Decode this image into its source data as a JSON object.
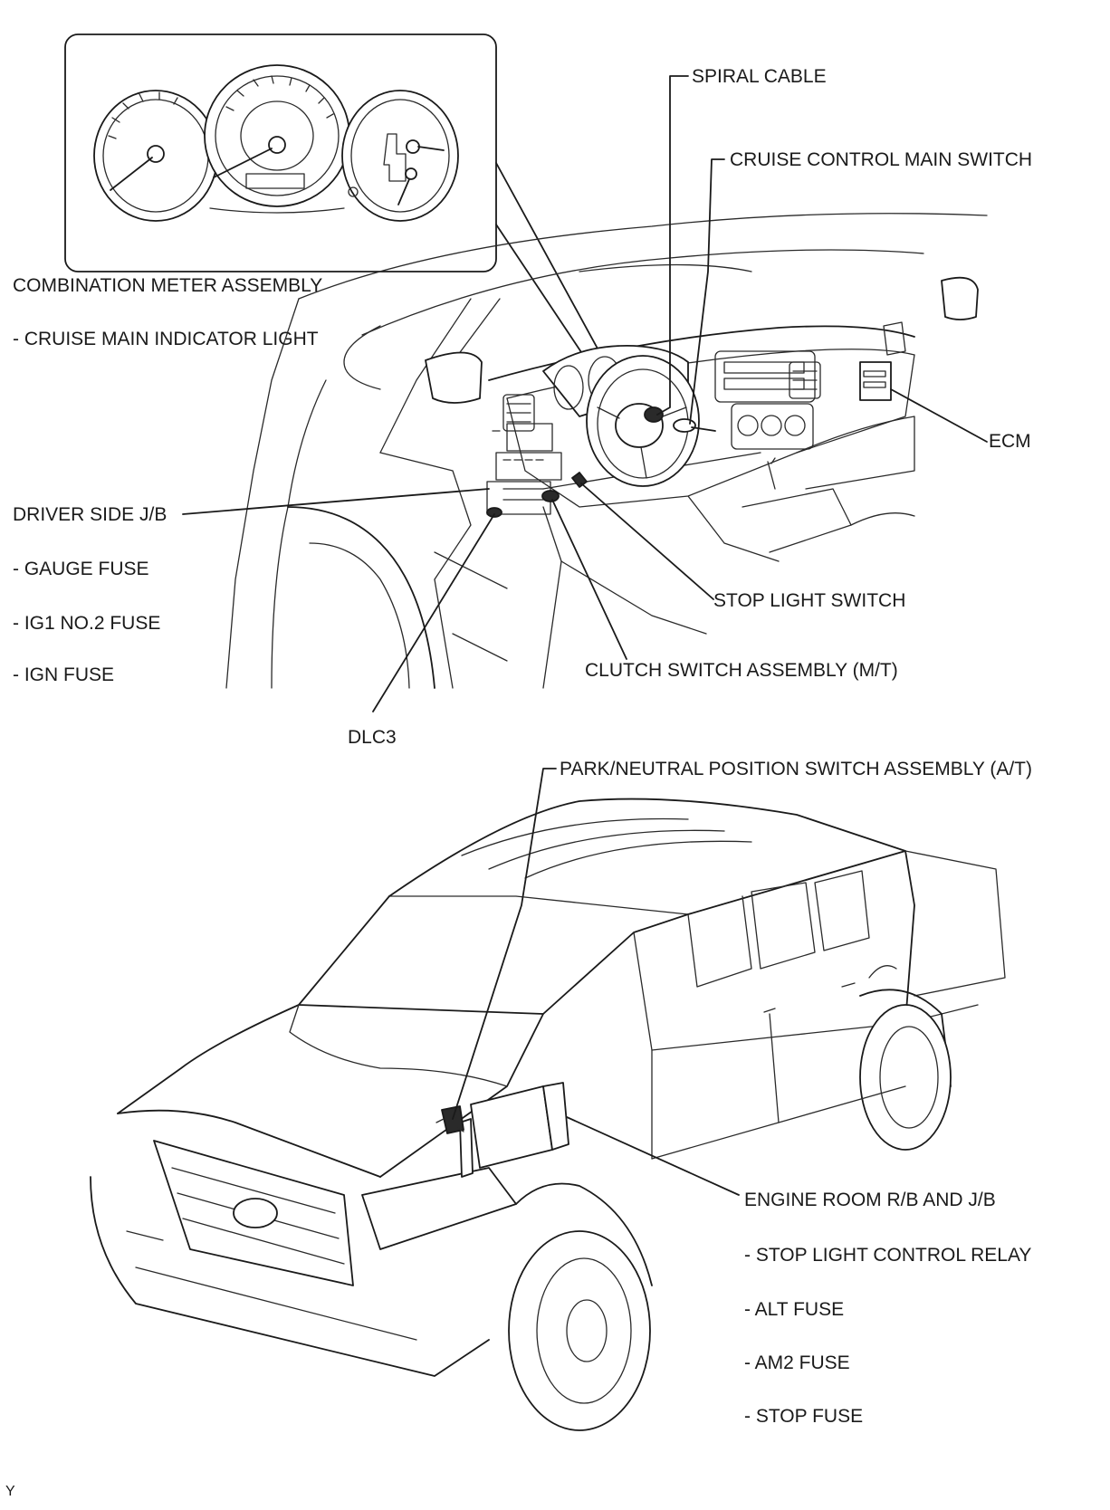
{
  "labels": {
    "spiral_cable": "SPIRAL CABLE",
    "cruise_control_main_switch": "CRUISE CONTROL MAIN SWITCH",
    "combination_meter_assembly": "COMBINATION METER ASSEMBLY",
    "cruise_main_indicator_light": "- CRUISE MAIN INDICATOR LIGHT",
    "ecm": "ECM",
    "driver_side_jb": "DRIVER SIDE J/B",
    "gauge_fuse": "- GAUGE FUSE",
    "ig1_no2_fuse": "- IG1 NO.2 FUSE",
    "ign_fuse": "- IGN FUSE",
    "stop_light_switch": "STOP LIGHT SWITCH",
    "clutch_switch_assembly": "CLUTCH SWITCH ASSEMBLY (M/T)",
    "dlc3": "DLC3",
    "park_neutral_switch": "PARK/NEUTRAL POSITION SWITCH ASSEMBLY (A/T)",
    "engine_room_rb_jb": "ENGINE ROOM R/B AND J/B",
    "stop_light_control_relay": "- STOP LIGHT CONTROL RELAY",
    "alt_fuse": "- ALT FUSE",
    "am2_fuse": "- AM2 FUSE",
    "stop_fuse": "- STOP FUSE",
    "corner_mark": "Y"
  }
}
